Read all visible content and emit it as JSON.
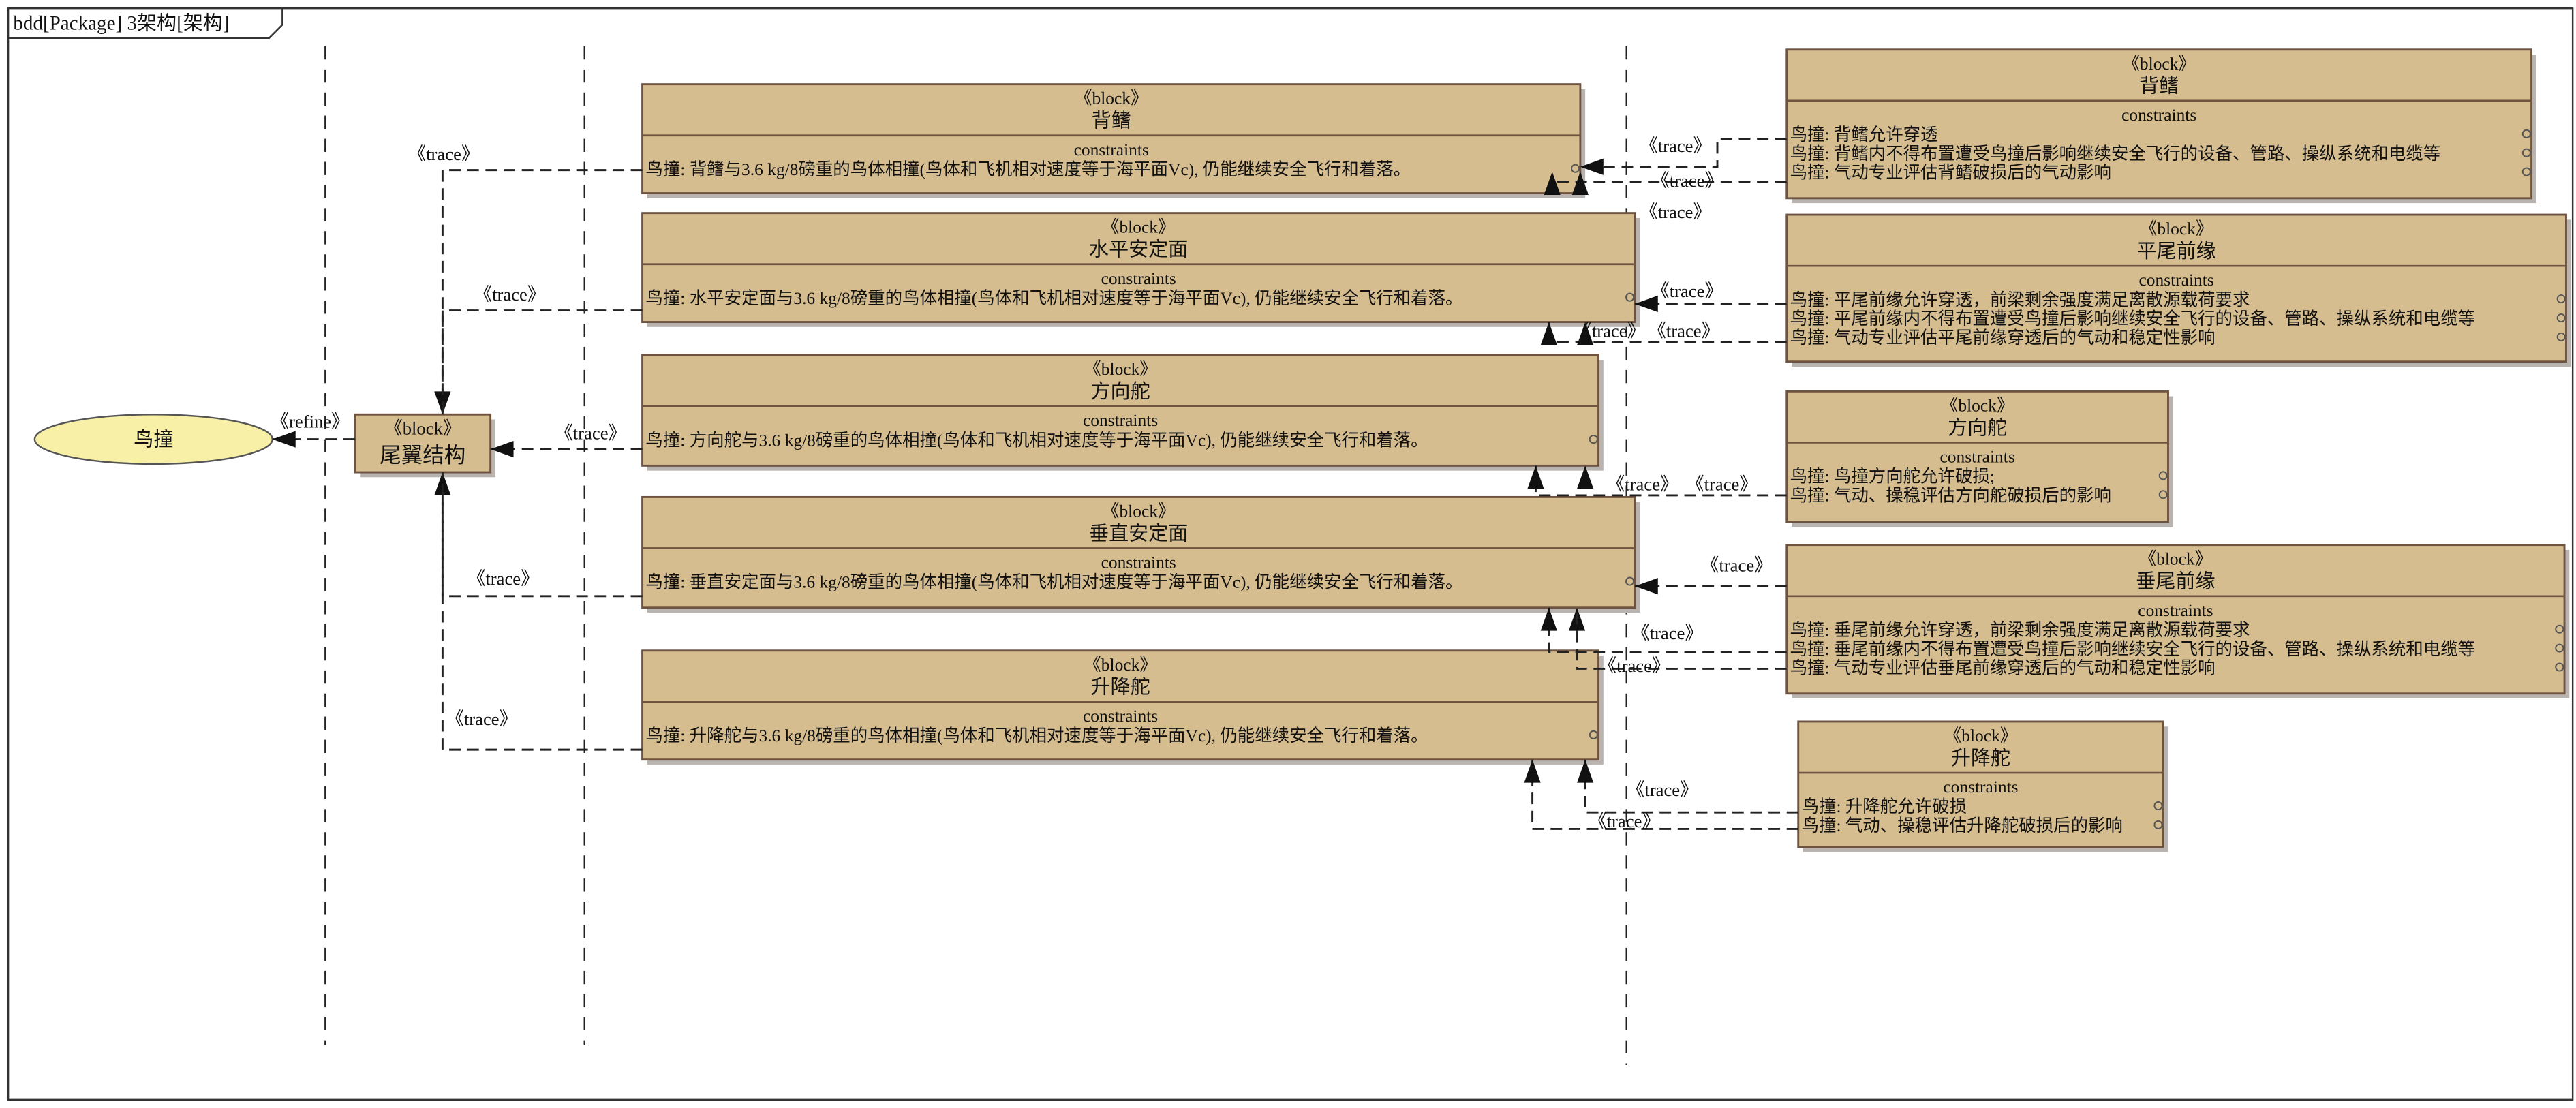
{
  "frame_title": "bdd[Package] 3架构[架构]",
  "requirement": "鸟撞",
  "refine_label": "《refine》",
  "trace_label": "《trace》",
  "parent_block": {
    "stereotype": "《block》",
    "name": "尾翼结构"
  },
  "middle_blocks": [
    {
      "stereotype": "《block》",
      "name": "背鳍",
      "compartment": "constraints",
      "constraints": [
        "鸟撞: 背鳍与3.6 kg/8磅重的鸟体相撞(鸟体和飞机相对速度等于海平面Vc), 仍能继续安全飞行和着落。"
      ]
    },
    {
      "stereotype": "《block》",
      "name": "水平安定面",
      "compartment": "constraints",
      "constraints": [
        "鸟撞: 水平安定面与3.6 kg/8磅重的鸟体相撞(鸟体和飞机相对速度等于海平面Vc), 仍能继续安全飞行和着落。"
      ]
    },
    {
      "stereotype": "《block》",
      "name": "方向舵",
      "compartment": "constraints",
      "constraints": [
        "鸟撞: 方向舵与3.6 kg/8磅重的鸟体相撞(鸟体和飞机相对速度等于海平面Vc), 仍能继续安全飞行和着落。"
      ]
    },
    {
      "stereotype": "《block》",
      "name": "垂直安定面",
      "compartment": "constraints",
      "constraints": [
        "鸟撞: 垂直安定面与3.6 kg/8磅重的鸟体相撞(鸟体和飞机相对速度等于海平面Vc), 仍能继续安全飞行和着落。"
      ]
    },
    {
      "stereotype": "《block》",
      "name": "升降舵",
      "compartment": "constraints",
      "constraints": [
        "鸟撞: 升降舵与3.6 kg/8磅重的鸟体相撞(鸟体和飞机相对速度等于海平面Vc), 仍能继续安全飞行和着落。"
      ]
    }
  ],
  "right_blocks": [
    {
      "stereotype": "《block》",
      "name": "背鳍",
      "compartment": "constraints",
      "constraints": [
        "鸟撞: 背鳍允许穿透",
        "鸟撞: 背鳍内不得布置遭受鸟撞后影响继续安全飞行的设备、管路、操纵系统和电缆等",
        "鸟撞: 气动专业评估背鳍破损后的气动影响"
      ]
    },
    {
      "stereotype": "《block》",
      "name": "平尾前缘",
      "compartment": "constraints",
      "constraints": [
        "鸟撞: 平尾前缘允许穿透，前梁剩余强度满足离散源载荷要求",
        "鸟撞: 平尾前缘内不得布置遭受鸟撞后影响继续安全飞行的设备、管路、操纵系统和电缆等",
        "鸟撞: 气动专业评估平尾前缘穿透后的气动和稳定性影响"
      ]
    },
    {
      "stereotype": "《block》",
      "name": "方向舵",
      "compartment": "constraints",
      "constraints": [
        "鸟撞: 鸟撞方向舵允许破损;",
        "鸟撞: 气动、操稳评估方向舵破损后的影响"
      ]
    },
    {
      "stereotype": "《block》",
      "name": "垂尾前缘",
      "compartment": "constraints",
      "constraints": [
        "鸟撞: 垂尾前缘允许穿透，前梁剩余强度满足离散源载荷要求",
        "鸟撞: 垂尾前缘内不得布置遭受鸟撞后影响继续安全飞行的设备、管路、操纵系统和电缆等",
        "鸟撞: 气动专业评估垂尾前缘穿透后的气动和稳定性影响"
      ]
    },
    {
      "stereotype": "《block》",
      "name": "升降舵",
      "compartment": "constraints",
      "constraints": [
        "鸟撞: 升降舵允许破损",
        "鸟撞: 气动、操稳评估升降舵破损后的影响"
      ]
    }
  ],
  "colors": {
    "block_fill": "#d5bd8f",
    "block_border": "#6e5440",
    "requirement_fill": "#f7f0a6"
  }
}
